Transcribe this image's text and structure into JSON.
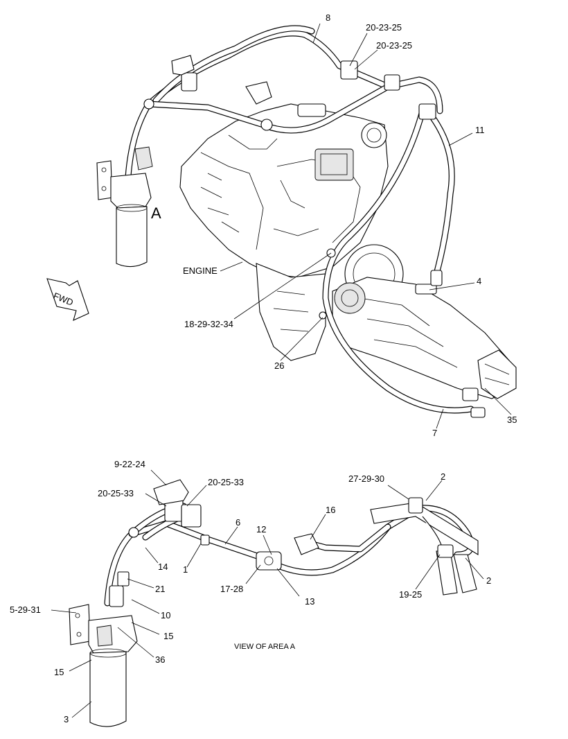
{
  "upper_view": {
    "area_marker": "A",
    "engine_label": "ENGINE",
    "fwd_label": "FWD",
    "callouts": {
      "c8": "8",
      "c20_23_25_a": "20-23-25",
      "c20_23_25_b": "20-23-25",
      "c11": "11",
      "c4": "4",
      "c18_29_32_34": "18-29-32-34",
      "c26": "26",
      "c35": "35",
      "c7": "7"
    }
  },
  "lower_view": {
    "caption": "VIEW OF AREA A",
    "callouts": {
      "c9_22_24": "9-22-24",
      "c20_25_33_right": "20-25-33",
      "c20_25_33_left": "20-25-33",
      "c6": "6",
      "c16": "16",
      "c27_29_30": "27-29-30",
      "c2_top": "2",
      "c12": "12",
      "c14": "14",
      "c1": "1",
      "c17_28": "17-28",
      "c13": "13",
      "c21": "21",
      "c19_25": "19-25",
      "c2_right": "2",
      "c5_29_31": "5-29-31",
      "c10": "10",
      "c15_right": "15",
      "c36": "36",
      "c15_left": "15",
      "c3": "3"
    }
  }
}
